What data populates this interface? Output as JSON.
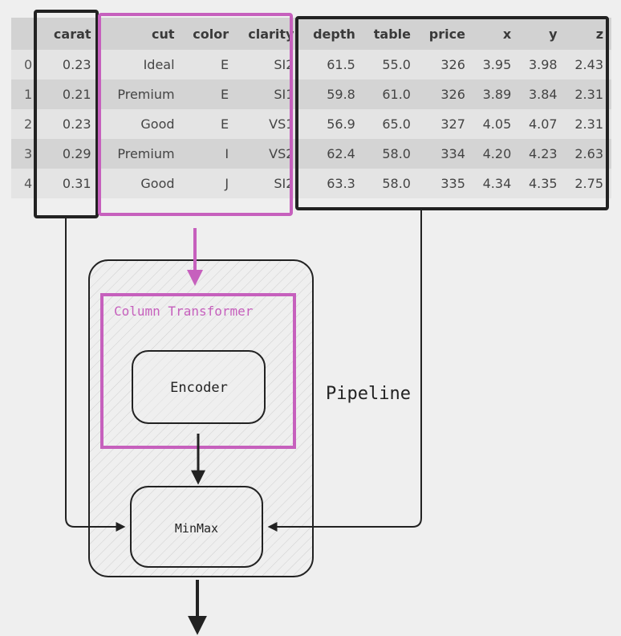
{
  "table": {
    "columns": [
      "",
      "carat",
      "cut",
      "color",
      "clarity",
      "depth",
      "table",
      "price",
      "x",
      "y",
      "z"
    ],
    "rows": [
      [
        "0",
        "0.23",
        "Ideal",
        "E",
        "SI2",
        "61.5",
        "55.0",
        "326",
        "3.95",
        "3.98",
        "2.43"
      ],
      [
        "1",
        "0.21",
        "Premium",
        "E",
        "SI1",
        "59.8",
        "61.0",
        "326",
        "3.89",
        "3.84",
        "2.31"
      ],
      [
        "2",
        "0.23",
        "Good",
        "E",
        "VS1",
        "56.9",
        "65.0",
        "327",
        "4.05",
        "4.07",
        "2.31"
      ],
      [
        "3",
        "0.29",
        "Premium",
        "I",
        "VS2",
        "62.4",
        "58.0",
        "334",
        "4.20",
        "4.23",
        "2.63"
      ],
      [
        "4",
        "0.31",
        "Good",
        "J",
        "SI2",
        "63.3",
        "58.0",
        "335",
        "4.34",
        "4.35",
        "2.75"
      ]
    ]
  },
  "diagram": {
    "column_transformer_label": "Column Transformer",
    "encoder_label": "Encoder",
    "minmax_label": "MinMax",
    "pipeline_label": "Pipeline",
    "colors": {
      "accent": "#c660bd",
      "stroke": "#222222",
      "background": "#efefef"
    }
  }
}
